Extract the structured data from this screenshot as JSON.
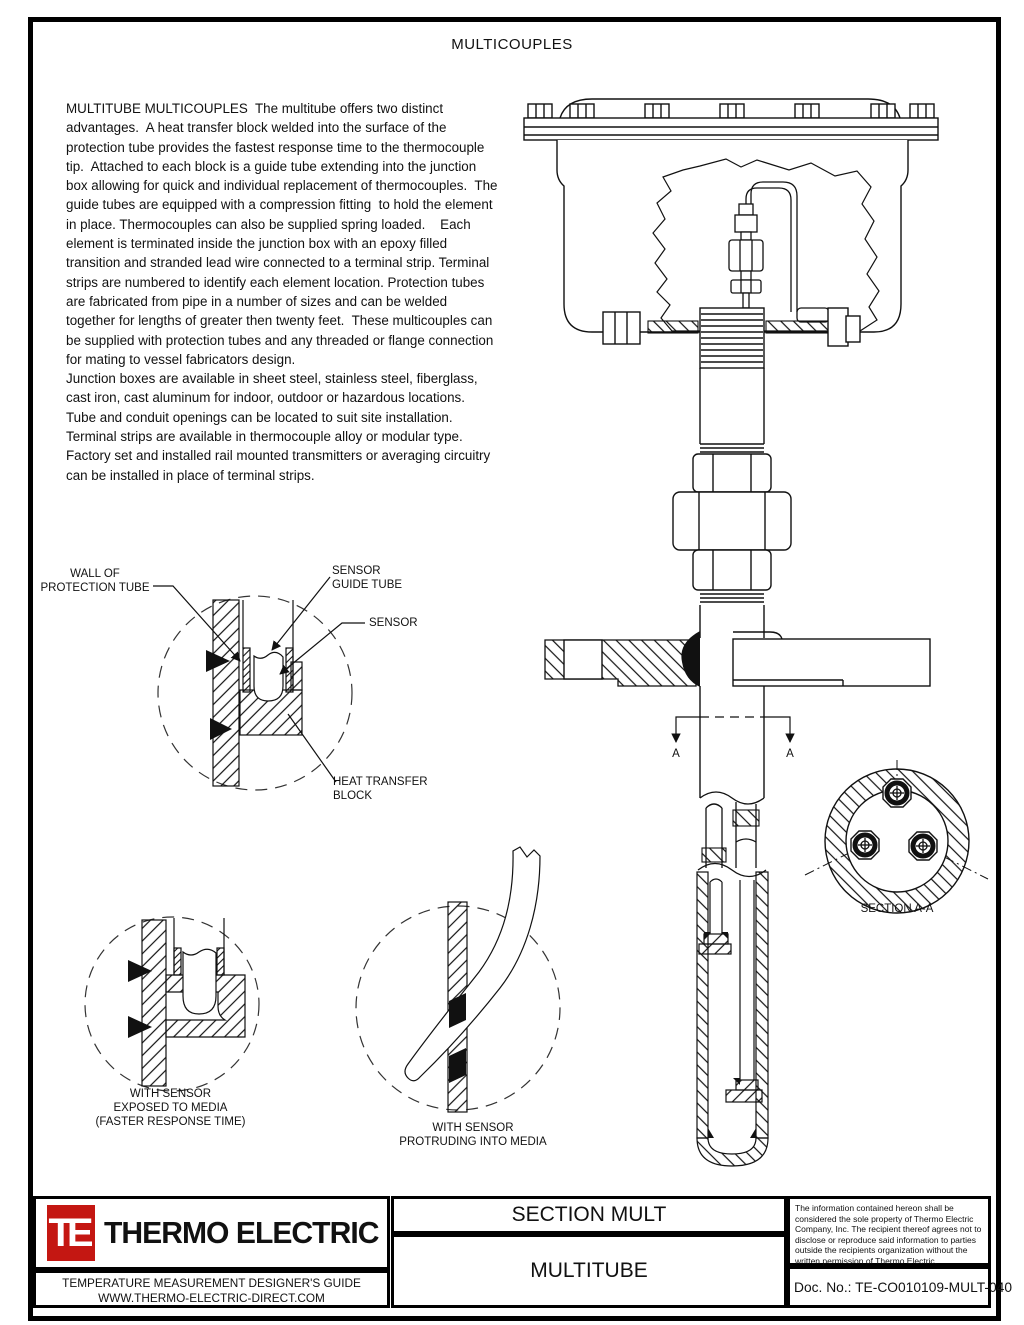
{
  "page": {
    "title": "MULTICOUPLES"
  },
  "article": {
    "para1": "MULTITUBE MULTICOUPLES  The multitube offers two distinct advantages.  A heat transfer block welded into the surface of the protection tube provides the fastest response time to the thermocouple tip.  Attached to each block is a guide tube extending into the junction box allowing for quick and individual replacement of thermocouples.  The guide tubes are equipped with a compression fitting  to hold the element in place. Thermocouples can also be supplied spring loaded.    Each element is terminated inside the junction box with an epoxy filled transition and stranded lead wire connected to a terminal strip. Terminal strips are numbered to identify each element location. Protection tubes are fabricated from pipe in a number of sizes and can be welded together for lengths of greater then twenty feet.  These multicouples can be supplied with protection tubes and any threaded or flange connection for mating to vessel fabricators design.",
    "para2": "Junction boxes are available in sheet steel, stainless steel, fiberglass, cast iron, cast aluminum for indoor, outdoor or hazardous locations.  Tube and conduit openings can be located to suit site installation.",
    "para3": "Terminal strips are available in thermocouple alloy or modular type.  Factory set and installed rail mounted transmitters or averaging circuitry can be installed in place of terminal strips."
  },
  "diagram": {
    "labels": {
      "wall_of_protection_tube": "WALL OF\nPROTECTION TUBE",
      "sensor_guide_tube": "SENSOR\nGUIDE TUBE",
      "sensor": "SENSOR",
      "heat_transfer_block": "HEAT TRANSFER\nBLOCK",
      "section_marker_left": "A",
      "section_marker_right": "A",
      "section_aa": "SECTION A-A",
      "with_sensor_exposed": "WITH SENSOR\nEXPOSED TO MEDIA\n(FASTER RESPONSE TIME)",
      "with_sensor_protruding": "WITH SENSOR\nPROTRUDING INTO MEDIA"
    }
  },
  "footer": {
    "logo_text": "TE",
    "brand_red": "#c41712",
    "company": "THERMO ELECTRIC",
    "taglines": "TEMPERATURE MEASUREMENT DESIGNER'S GUIDE\nWWW.THERMO-ELECTRIC-DIRECT.COM",
    "section": "SECTION MULT",
    "subsection": "MULTITUBE",
    "legal": "The information contained hereon shall be\nconsidered the sole property of Thermo Electric\nCompany, Inc. The recipient thereof agrees not to\ndisclose or reproduce said information to parties\noutside the recipients organization without the\nwritten permission of Thermo Electric.",
    "doc_no": "Doc. No.: TE-CO010109-MULT-040"
  }
}
